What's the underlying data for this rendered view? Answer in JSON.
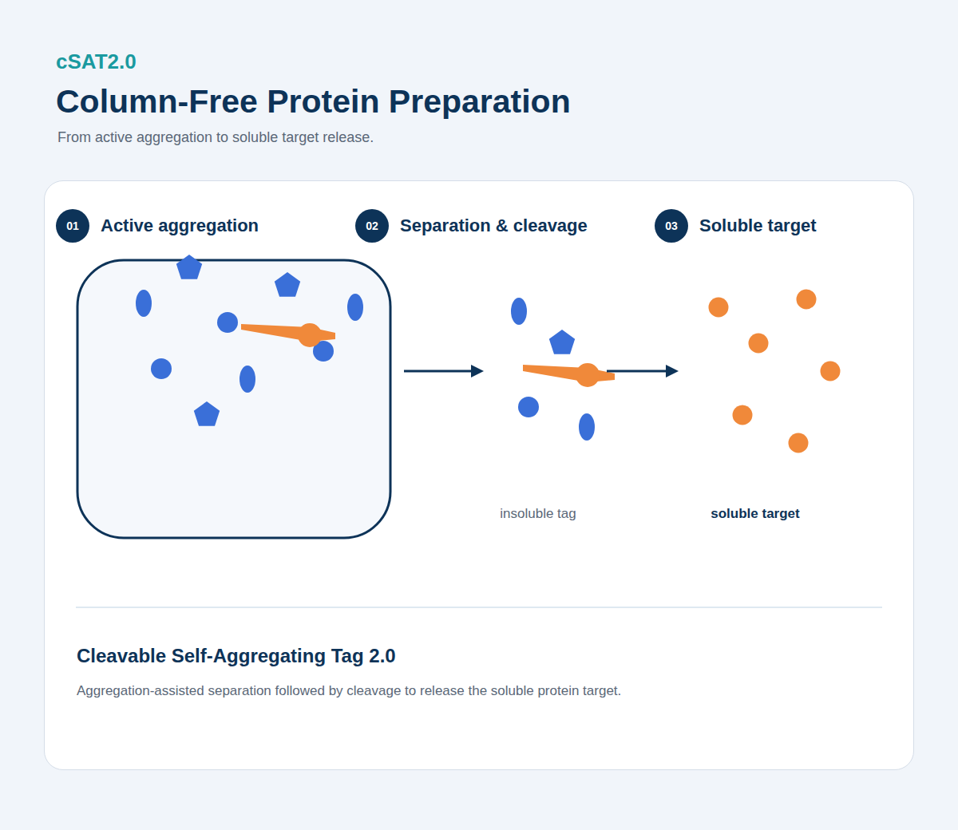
{
  "diagram": {
    "title": "Column-Free Protein Preparation",
    "caption": "From active aggregation to soluble target release.",
    "nodes": [
      {
        "text": [
          "Cleavable Self-Aggregating Tag 2.0",
          "Aggregation-assisted separation followed by cleavage to release the soluble protein target."
        ]
      },
      {
        "text": [
          "01",
          "Active aggregation"
        ],
        "in": 0
      },
      {
        "text": [
          "02",
          "Separation & cleavage"
        ],
        "in": 0
      },
      {
        "text": [
          "03",
          "Soluble target"
        ],
        "in": 0
      }
    ],
    "labels": [
      "cSAT2.0",
      "insoluble tag",
      "soluble target"
    ]
  }
}
